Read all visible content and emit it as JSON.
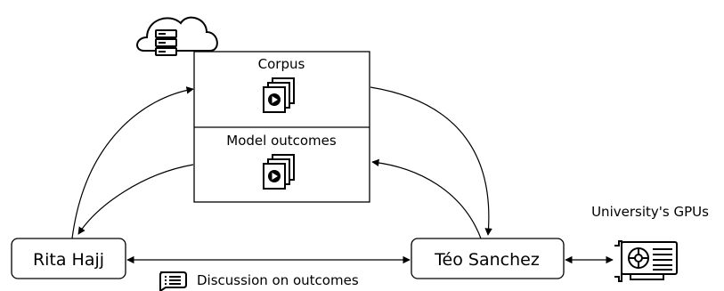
{
  "storage": {
    "corpus_label": "Corpus",
    "outcomes_label": "Model outcomes",
    "server_icon": "cloud-server-icon",
    "corpus_icon": "video-files-icon",
    "outcomes_icon": "video-files-icon"
  },
  "people": {
    "left": "Rita Hajj",
    "right": "Téo Sanchez"
  },
  "gpu": {
    "label": "University's GPUs",
    "icon": "graphics-card-icon"
  },
  "discussion": {
    "label": "Discussion on outcomes",
    "icon": "chat-list-icon"
  }
}
